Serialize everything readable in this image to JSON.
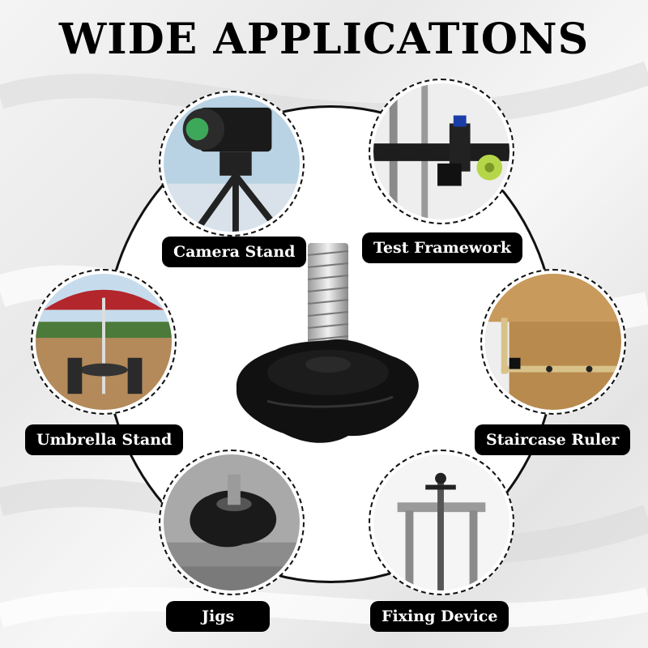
{
  "title": "WIDE APPLICATIONS",
  "applications": [
    {
      "label": "Camera Stand",
      "icon": "camera-tripod-icon"
    },
    {
      "label": "Test Framework",
      "icon": "test-framework-icon"
    },
    {
      "label": "Umbrella Stand",
      "icon": "patio-umbrella-icon"
    },
    {
      "label": "Staircase Ruler",
      "icon": "staircase-ruler-icon"
    },
    {
      "label": "Jigs",
      "icon": "jig-knob-icon"
    },
    {
      "label": "Fixing Device",
      "icon": "fixing-device-icon"
    }
  ],
  "product": {
    "icon": "star-knob-screw-icon"
  },
  "colors": {
    "background": "#eeeeee",
    "label_bg": "#000000",
    "label_text": "#ffffff",
    "ring": "#111111"
  }
}
